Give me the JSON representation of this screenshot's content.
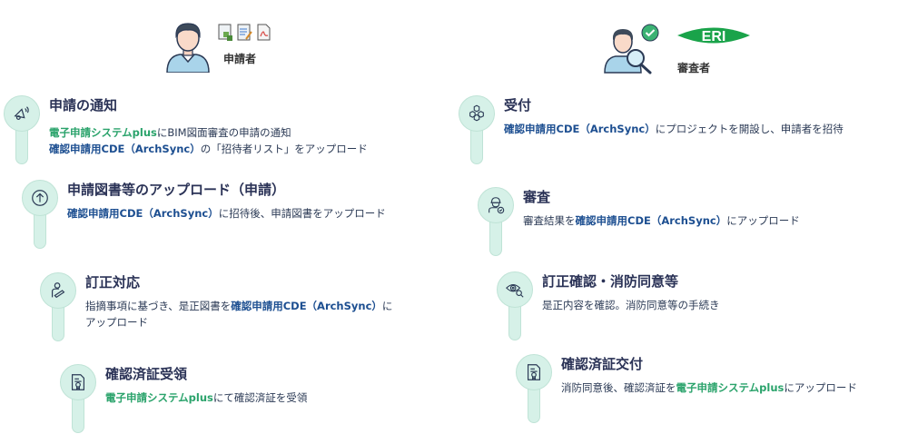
{
  "colors": {
    "pin_fill": "#d6f1e8",
    "pin_border": "#bfe3d6",
    "title": "#2a3256",
    "text": "#2b3a55",
    "highlight_blue": "#1d4f91",
    "highlight_green": "#2aa36b",
    "eri_green": "#1aa34a"
  },
  "applicant": {
    "label": "申請者",
    "icons": [
      "bim-file-icon",
      "document-edit-icon",
      "pdf-file-icon"
    ],
    "steps": [
      {
        "title": "申請の通知",
        "icon": "megaphone-icon",
        "lines": [
          [
            {
              "t": "電子申請システムplus",
              "s": "green"
            },
            {
              "t": "にBIM図面審査の申請の通知",
              "s": "plain"
            }
          ],
          [
            {
              "t": "確認申請用CDE（ArchSync）",
              "s": "blue"
            },
            {
              "t": "の「招待者リスト」をアップロード",
              "s": "plain"
            }
          ]
        ]
      },
      {
        "title": "申請図書等のアップロード（申請）",
        "icon": "upload-arrow-icon",
        "lines": [
          [
            {
              "t": "確認申請用CDE（ArchSync）",
              "s": "blue"
            },
            {
              "t": "に招待後、申請図書をアップロード",
              "s": "plain"
            }
          ]
        ]
      },
      {
        "title": "訂正対応",
        "icon": "person-edit-icon",
        "lines": [
          [
            {
              "t": "指摘事項に基づき、是正図書を",
              "s": "plain"
            },
            {
              "t": "確認申請用CDE（ArchSync）",
              "s": "blue"
            },
            {
              "t": "に",
              "s": "plain"
            }
          ],
          [
            {
              "t": "アップロード",
              "s": "plain"
            }
          ]
        ]
      },
      {
        "title": "確認済証受領",
        "icon": "certificate-icon",
        "lines": [
          [
            {
              "t": "電子申請システムplus",
              "s": "green"
            },
            {
              "t": "にて確認済証を受領",
              "s": "plain"
            }
          ]
        ]
      }
    ]
  },
  "reviewer": {
    "label": "審査者",
    "logo_text": "ERI",
    "steps": [
      {
        "title": "受付",
        "icon": "cubes-icon",
        "lines": [
          [
            {
              "t": "確認申請用CDE（ArchSync）",
              "s": "blue"
            },
            {
              "t": "にプロジェクトを開設し、申請者を招待",
              "s": "plain"
            }
          ]
        ]
      },
      {
        "title": "審査",
        "icon": "engineer-check-icon",
        "lines": [
          [
            {
              "t": "審査結果を",
              "s": "plain"
            },
            {
              "t": "確認申請用CDE（ArchSync）",
              "s": "blue"
            },
            {
              "t": "にアップロード",
              "s": "plain"
            }
          ]
        ]
      },
      {
        "title": "訂正確認・消防同意等",
        "icon": "eye-search-icon",
        "lines": [
          [
            {
              "t": "是正内容を確認。消防同意等の手続き",
              "s": "plain"
            }
          ]
        ]
      },
      {
        "title": "確認済証交付",
        "icon": "certificate-icon",
        "lines": [
          [
            {
              "t": "消防同意後、確認済証を",
              "s": "plain"
            },
            {
              "t": "電子申請システムplus",
              "s": "green"
            },
            {
              "t": "にアップロード",
              "s": "plain"
            }
          ]
        ]
      }
    ]
  }
}
